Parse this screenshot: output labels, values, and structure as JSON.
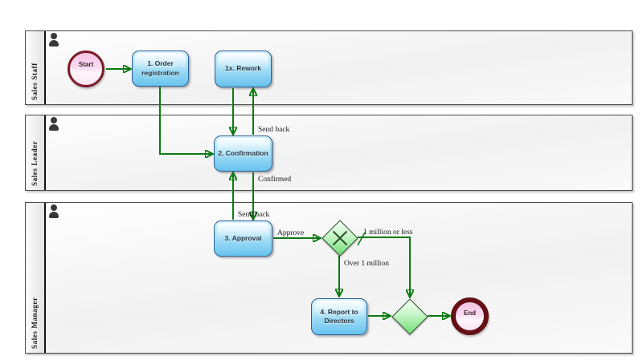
{
  "lanes": [
    {
      "label": "Sales Staff"
    },
    {
      "label": "Sales Leader"
    },
    {
      "label": "Sales Manager"
    }
  ],
  "nodes": {
    "start": {
      "label": "Start",
      "type": "start-event"
    },
    "order": {
      "label": "1. Order registration",
      "type": "task"
    },
    "rework": {
      "label": "1x. Rework",
      "type": "task"
    },
    "confirmation": {
      "label": "2. Confirmation",
      "type": "task"
    },
    "approval": {
      "label": "3. Approval",
      "type": "task"
    },
    "report": {
      "label": "4. Report to Directors",
      "type": "task"
    },
    "gateway_exclusive": {
      "label": "",
      "type": "exclusive-gateway"
    },
    "gateway_merge": {
      "label": "",
      "type": "merge-gateway"
    },
    "end": {
      "label": "End",
      "type": "end-event"
    }
  },
  "edge_labels": {
    "send_back_top": "Send back",
    "confirmed": "Confirmed",
    "send_back_bottom": "Send back",
    "approve": "Approve",
    "million_or_less": "1 million or less",
    "over_million": "Over 1 million"
  },
  "icons": {
    "lane_role_icon": "person-icon",
    "exclusive_marker": "x-mark-icon",
    "default_flow_marker": "slash-icon"
  },
  "colors": {
    "flow_arrow": "#0d7a12",
    "task_border": "#2a5f93",
    "task_fill_top": "#daf3fd",
    "task_fill_bottom": "#67c3ee",
    "event_border_start": "#7a1b29",
    "event_border_end": "#641014",
    "event_fill": "#f5c5e6",
    "gateway_border": "#29492b",
    "gateway_fill": "#6fdf76",
    "lane_border": "#4a4a4a",
    "lane_strip_fill": "#e3e3e3"
  }
}
